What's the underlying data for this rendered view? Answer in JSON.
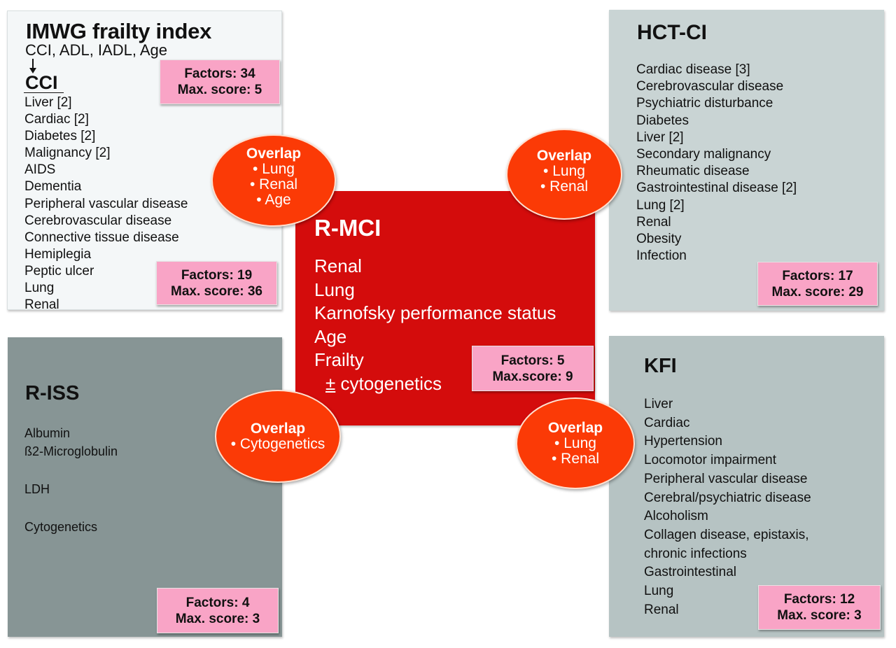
{
  "imwg": {
    "title": "IMWG frailty index",
    "subtitle": "CCI, ADL, IADL, Age",
    "arrow_icon": "arrow-down-icon",
    "cci_label": "CCI",
    "index_score": {
      "factors": "Factors: 34",
      "max_score": "Max. score: 5"
    },
    "cci_items": [
      "Liver [2]",
      "Cardiac [2]",
      "Diabetes [2]",
      "Malignancy [2]",
      "AIDS",
      "Dementia",
      "Peripheral vascular disease",
      "Cerebrovascular disease",
      "Connective tissue disease",
      "Hemiplegia",
      "Peptic ulcer",
      "Lung",
      "Renal"
    ],
    "cci_score": {
      "factors": "Factors: 19",
      "max_score": "Max. score: 36"
    }
  },
  "hctci": {
    "title": "HCT-CI",
    "items": [
      "Cardiac disease [3]",
      "Cerebrovascular disease",
      "Psychiatric disturbance",
      "Diabetes",
      "Liver [2]",
      "Secondary malignancy",
      "Rheumatic disease",
      "Gastrointestinal disease [2]",
      "Lung [2]",
      "Renal",
      "Obesity",
      "Infection"
    ],
    "score": {
      "factors": "Factors: 17",
      "max_score": "Max. score: 29"
    }
  },
  "rmci": {
    "title": "R-MCI",
    "items": [
      "Renal",
      "Lung",
      "Karnofsky performance status",
      "Age",
      "Frailty"
    ],
    "extra_prefix": "±",
    "extra_label": " cytogenetics",
    "score": {
      "factors": "Factors: 5",
      "max_score": "Max.score: 9"
    }
  },
  "riss": {
    "title": "R-ISS",
    "items": [
      "Albumin",
      "ß2-Microglobulin",
      "LDH",
      "Cytogenetics"
    ],
    "score": {
      "factors": "Factors: 4",
      "max_score": "Max. score: 3"
    }
  },
  "kfi": {
    "title": "KFI",
    "items": [
      "Liver",
      "Cardiac",
      "Hypertension",
      "Locomotor impairment",
      "Peripheral vascular disease",
      "Cerebral/psychiatric disease",
      "Alcoholism",
      "Collagen disease, epistaxis,",
      "chronic infections",
      "Gastrointestinal",
      "Lung",
      "Renal"
    ],
    "score": {
      "factors": "Factors: 12",
      "max_score": "Max. score: 3"
    }
  },
  "overlaps": {
    "imwg_rmci": {
      "heading": "Overlap",
      "items": [
        "• Lung",
        "• Renal",
        "• Age"
      ]
    },
    "hctci_rmci": {
      "heading": "Overlap",
      "items": [
        "• Lung",
        "• Renal"
      ]
    },
    "riss_rmci": {
      "heading": "Overlap",
      "items": [
        "• Cytogenetics"
      ]
    },
    "kfi_rmci": {
      "heading": "Overlap",
      "items": [
        "• Lung",
        "• Renal"
      ]
    }
  },
  "colors": {
    "rmci_red": "#d40c0c",
    "overlap_orange": "#fb3a06",
    "score_pink": "#f9a4c6",
    "imwg_bg": "#f4f7f8",
    "hctci_bg": "#c9d4d4",
    "riss_bg": "#879595",
    "kfi_bg": "#b6c3c3"
  }
}
